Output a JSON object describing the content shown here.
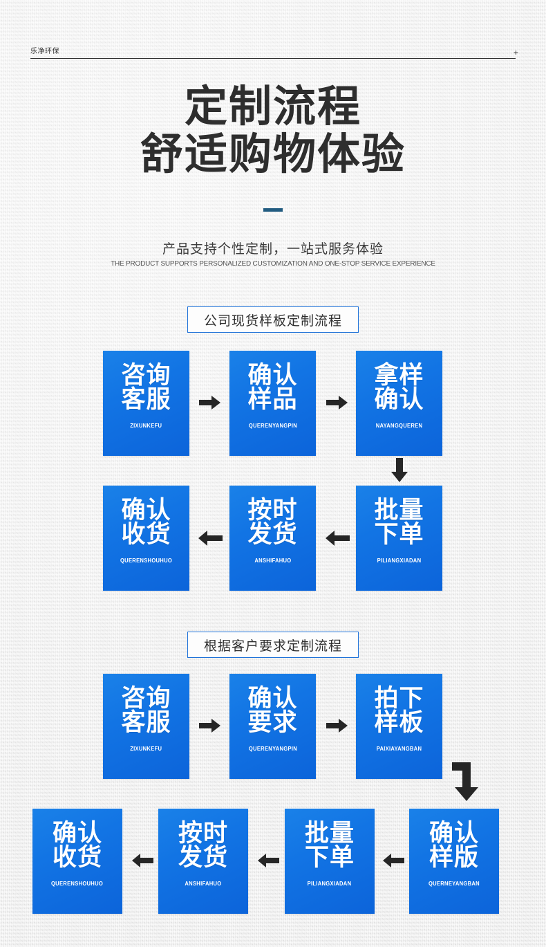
{
  "header": {
    "brand": "乐净环保",
    "plus_icon_label": "+"
  },
  "hero": {
    "title_line1": "定制流程",
    "title_line2": "舒适购物体验",
    "subtitle_cn": "产品支持个性定制，一站式服务体验",
    "subtitle_en": "THE PRODUCT SUPPORTS PERSONALIZED CUSTOMIZATION AND ONE-STOP SERVICE EXPERIENCE"
  },
  "colors": {
    "box_blue_light": "#1a81e8",
    "box_blue_dark": "#0c64da",
    "border_blue": "#1f72d8",
    "dash_blue": "#215b80",
    "arrow_dark": "#262626",
    "page_bg": "#ececec",
    "title_gray": "#2e2e2e"
  },
  "sections": [
    {
      "title": "公司现货样板定制流程",
      "rows": [
        {
          "direction": "right",
          "steps": [
            {
              "cn_line1": "咨询",
              "cn_line2": "客服",
              "pinyin": "ZIXUNKEFU"
            },
            {
              "cn_line1": "确认",
              "cn_line2": "样品",
              "pinyin": "QUERENYANGPIN"
            },
            {
              "cn_line1": "拿样",
              "cn_line2": "确认",
              "pinyin": "NAYANGQUEREN"
            }
          ]
        },
        {
          "direction": "left",
          "steps": [
            {
              "cn_line1": "确认",
              "cn_line2": "收货",
              "pinyin": "QUERENSHOUHUO"
            },
            {
              "cn_line1": "按时",
              "cn_line2": "发货",
              "pinyin": "ANSHIFAHUO"
            },
            {
              "cn_line1": "批量",
              "cn_line2": "下单",
              "pinyin": "PILIANGXIADAN"
            }
          ]
        }
      ],
      "connector": "down-arrow"
    },
    {
      "title": "根据客户要求定制流程",
      "rows": [
        {
          "direction": "right",
          "steps": [
            {
              "cn_line1": "咨询",
              "cn_line2": "客服",
              "pinyin": "ZIXUNKEFU"
            },
            {
              "cn_line1": "确认",
              "cn_line2": "要求",
              "pinyin": "QUERENYANGPIN"
            },
            {
              "cn_line1": "拍下",
              "cn_line2": "样板",
              "pinyin": "PAIXIAYANGBAN"
            }
          ]
        },
        {
          "direction": "left",
          "steps": [
            {
              "cn_line1": "确认",
              "cn_line2": "收货",
              "pinyin": "QUERENSHOUHUO"
            },
            {
              "cn_line1": "按时",
              "cn_line2": "发货",
              "pinyin": "ANSHIFAHUO"
            },
            {
              "cn_line1": "批量",
              "cn_line2": "下单",
              "pinyin": "PILIANGXIADAN"
            },
            {
              "cn_line1": "确认",
              "cn_line2": "样版",
              "pinyin": "QUERNEYANGBAN"
            }
          ]
        }
      ],
      "connector": "elbow-arrow"
    }
  ]
}
